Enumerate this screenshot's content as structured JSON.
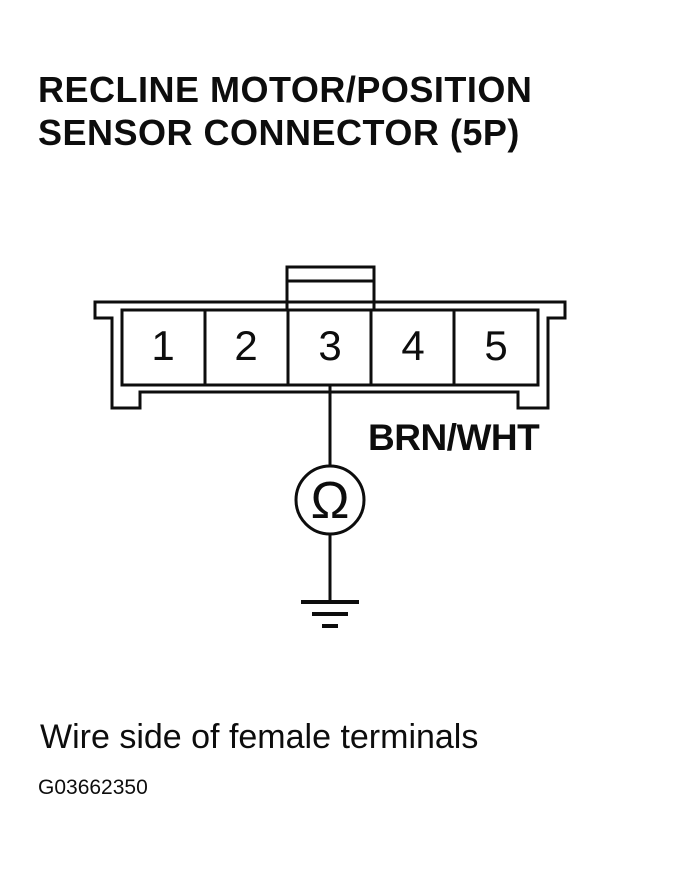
{
  "colors": {
    "background": "#ffffff",
    "ink": "#0d0d0d"
  },
  "title": {
    "line1": "RECLINE MOTOR/POSITION",
    "line2": "SENSOR CONNECTOR (5P)"
  },
  "connector": {
    "pins": [
      "1",
      "2",
      "3",
      "4",
      "5"
    ]
  },
  "measurement": {
    "wire_label": "BRN/WHT",
    "ohm_symbol": "Ω"
  },
  "caption": "Wire side of female terminals",
  "figure_id": "G03662350"
}
